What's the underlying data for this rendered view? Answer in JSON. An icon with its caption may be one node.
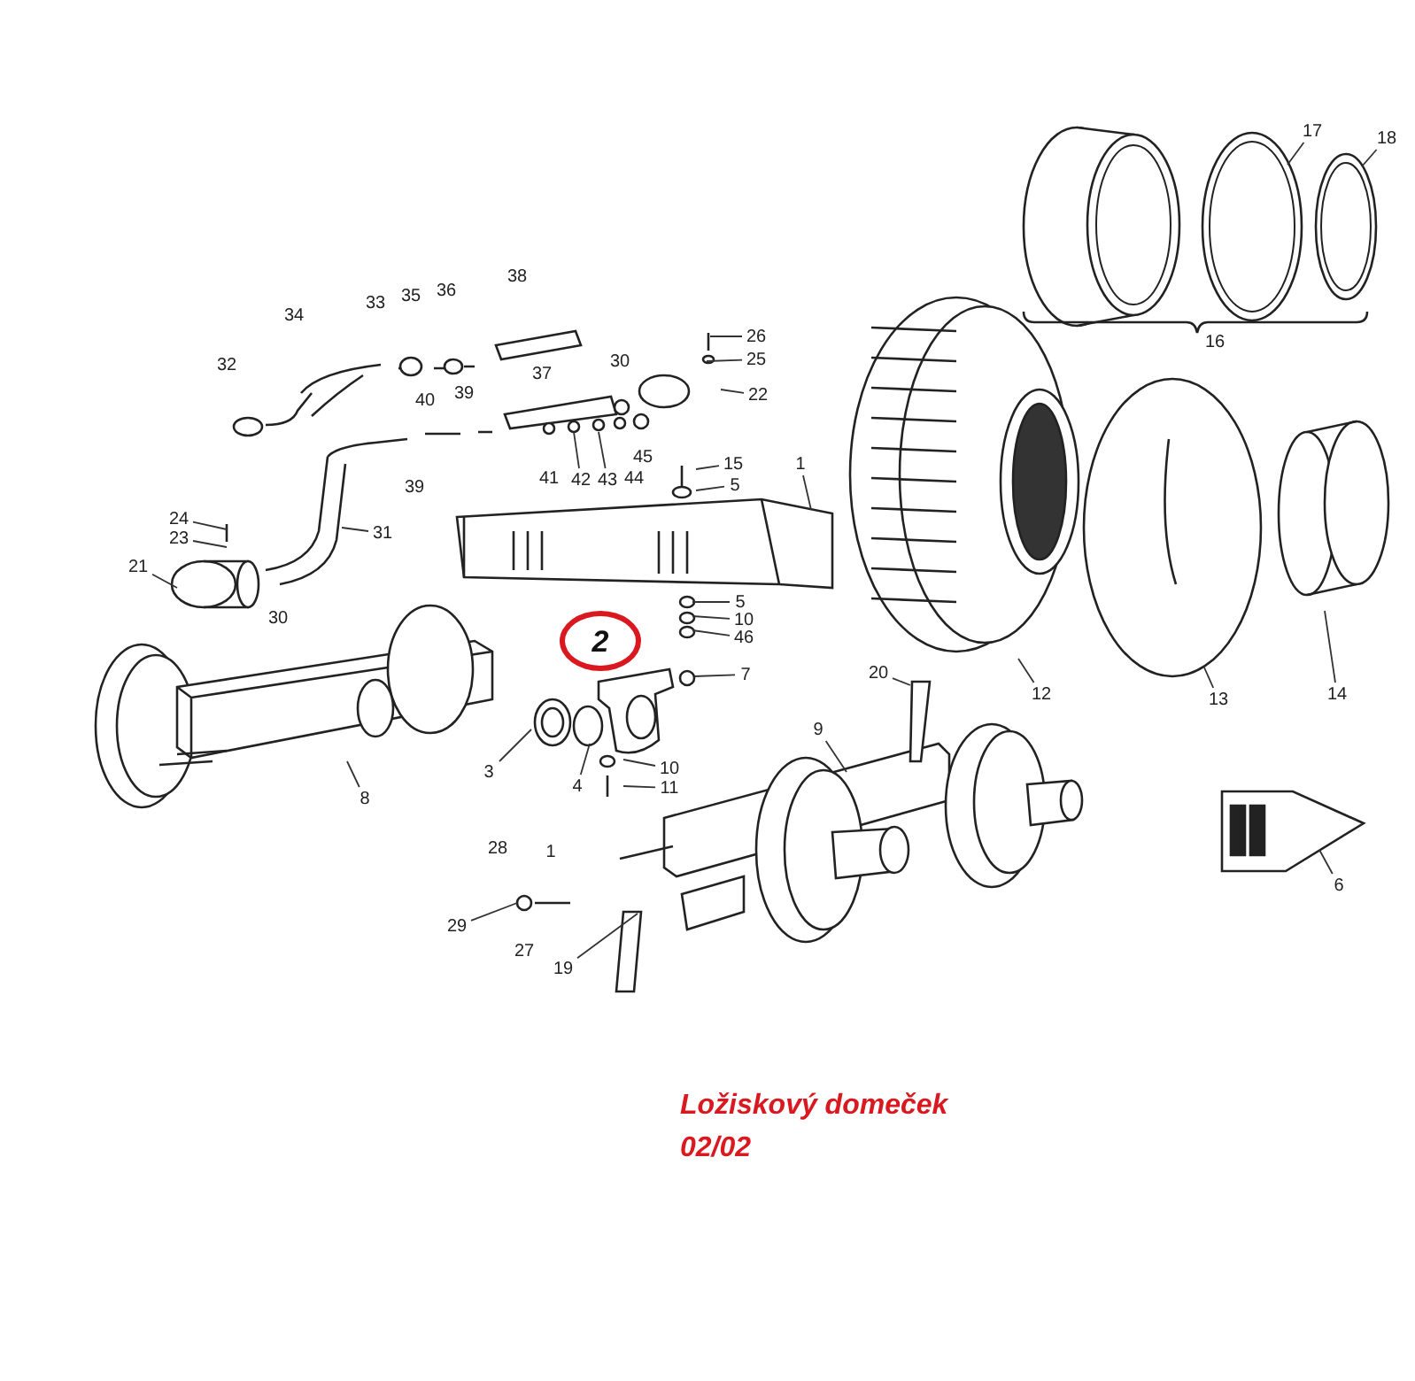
{
  "diagram": {
    "title": "Ložiskový domeček",
    "nodes": [
      {
        "text": [
          "17"
        ]
      },
      {
        "text": [
          "18"
        ]
      },
      {
        "text": [
          "12"
        ]
      },
      {
        "text": [
          "13"
        ]
      },
      {
        "text": [
          "14"
        ]
      },
      {
        "text": [
          "6"
        ]
      },
      {
        "text": [
          "9"
        ]
      },
      {
        "text": [
          "20"
        ]
      },
      {
        "text": [
          "19"
        ]
      },
      {
        "text": [
          "29"
        ]
      },
      {
        "text": [
          "3"
        ]
      },
      {
        "text": [
          "4"
        ]
      },
      {
        "text": [
          "8"
        ]
      },
      {
        "text": [
          "10"
        ]
      },
      {
        "text": [
          "11"
        ]
      },
      {
        "text": [
          "7"
        ]
      },
      {
        "text": [
          "46"
        ]
      },
      {
        "text": [
          "10"
        ]
      },
      {
        "text": [
          "5"
        ]
      },
      {
        "text": [
          "5"
        ]
      },
      {
        "text": [
          "15"
        ]
      },
      {
        "text": [
          "1"
        ]
      },
      {
        "text": [
          "22"
        ]
      },
      {
        "text": [
          "25"
        ]
      },
      {
        "text": [
          "26"
        ]
      },
      {
        "text": [
          "31"
        ]
      },
      {
        "text": [
          "24"
        ]
      },
      {
        "text": [
          "23"
        ]
      },
      {
        "text": [
          "21"
        ]
      },
      {
        "text": [
          "43"
        ]
      },
      {
        "text": [
          "42"
        ]
      },
      {
        "text": [
          "2"
        ]
      }
    ],
    "edges": [
      {
        "from": 0,
        "to": null,
        "arrow": "none"
      },
      {
        "from": 1,
        "to": null,
        "arrow": "none"
      },
      {
        "from": 2,
        "to": null,
        "arrow": "none"
      },
      {
        "from": 3,
        "to": null,
        "arrow": "none"
      },
      {
        "from": 4,
        "to": null,
        "arrow": "none"
      },
      {
        "from": 5,
        "to": null,
        "arrow": "none"
      },
      {
        "from": 6,
        "to": null,
        "arrow": "none"
      },
      {
        "from": 7,
        "to": null,
        "arrow": "none"
      },
      {
        "from": 8,
        "to": null,
        "arrow": "none"
      },
      {
        "from": 9,
        "to": null,
        "arrow": "none"
      },
      {
        "from": 10,
        "to": null,
        "arrow": "none"
      },
      {
        "from": 11,
        "to": null,
        "arrow": "none"
      },
      {
        "from": 12,
        "to": null,
        "arrow": "none"
      },
      {
        "from": 13,
        "to": null,
        "arrow": "none"
      },
      {
        "from": 14,
        "to": null,
        "arrow": "none"
      },
      {
        "from": 15,
        "to": null,
        "arrow": "none"
      },
      {
        "from": 16,
        "to": null,
        "arrow": "none"
      },
      {
        "from": 17,
        "to": null,
        "arrow": "none"
      },
      {
        "from": 18,
        "to": null,
        "arrow": "none"
      },
      {
        "from": 19,
        "to": null,
        "arrow": "none"
      },
      {
        "from": 20,
        "to": null,
        "arrow": "none"
      },
      {
        "from": 21,
        "to": null,
        "arrow": "none"
      },
      {
        "from": 22,
        "to": null,
        "arrow": "none"
      },
      {
        "from": 23,
        "to": null,
        "arrow": "none"
      },
      {
        "from": 24,
        "to": null,
        "arrow": "none"
      },
      {
        "from": 25,
        "to": null,
        "arrow": "none"
      },
      {
        "from": 26,
        "to": null,
        "arrow": "none"
      },
      {
        "from": 27,
        "to": null,
        "arrow": "none"
      },
      {
        "from": 28,
        "to": null,
        "arrow": "none"
      },
      {
        "from": 29,
        "to": null,
        "arrow": "none"
      },
      {
        "from": 30,
        "to": null,
        "arrow": "none"
      }
    ],
    "labels": [
      "16",
      "34",
      "33",
      "35",
      "36",
      "38",
      "32",
      "37",
      "30",
      "40",
      "39",
      "39",
      "41",
      "44",
      "45",
      "30",
      "28",
      "1",
      "27",
      "02/02"
    ]
  }
}
